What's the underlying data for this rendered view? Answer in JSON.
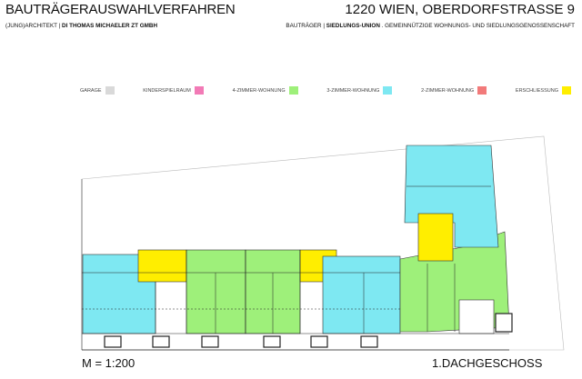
{
  "header": {
    "title": "BAUTRÄGERAUSWAHLVERFAHREN",
    "address": "1220 WIEN, OBERDORFSTRASSE 9",
    "architect_prefix": "(JUNG)ARCHITEKT | ",
    "architect_name": "DI THOMAS MICHAELER ZT GMBH",
    "developer_prefix": "BAUTRÄGER | ",
    "developer_name": "SIEDLUNGS-UNION",
    "developer_suffix": " . GEMEINNÜTZIGE WOHNUNGS- UND SIEDLUNGSGENOSSENSCHAFT"
  },
  "legend": [
    {
      "label": "GARAGE",
      "color": "#d9d9d9"
    },
    {
      "label": "KINDERSPIELRAUM",
      "color": "#f27ab6"
    },
    {
      "label": "4-ZIMMER-WOHNUNG",
      "color": "#9ef07a"
    },
    {
      "label": "3-ZIMMER-WOHNUNG",
      "color": "#7ee8f2"
    },
    {
      "label": "2-ZIMMER-WOHNUNG",
      "color": "#f27a7a"
    },
    {
      "label": "ERSCHLIESSUNG",
      "color": "#ffee00"
    }
  ],
  "footer": {
    "scale": "M = 1:200",
    "floor": "1.DACHGESCHOSS"
  }
}
